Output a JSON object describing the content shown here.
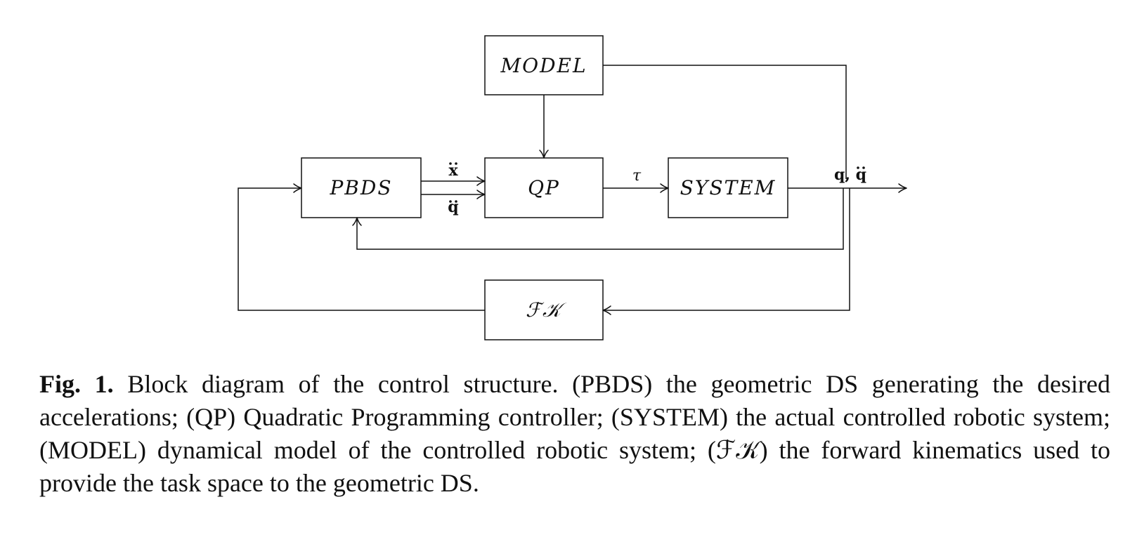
{
  "diagram": {
    "blocks": {
      "model": "MODEL",
      "pbds": "PBDS",
      "qp": "QP",
      "system": "SYSTEM",
      "fk": "ℱ𝒦"
    },
    "signals": {
      "x_ddot": "x",
      "q_ddot": "q",
      "tau": "τ",
      "q_qddot": "q, q"
    }
  },
  "caption": {
    "label": "Fig. 1.",
    "text": "Block diagram of the control structure. (PBDS) the geometric DS generating the desired accelerations; (QP) Quadratic Programming controller; (SYSTEM) the actual controlled robotic system; (MODEL) dynamical model of the controlled robotic system; (ℱ𝒦) the forward kinematics used to provide the task space to the geometric DS."
  }
}
